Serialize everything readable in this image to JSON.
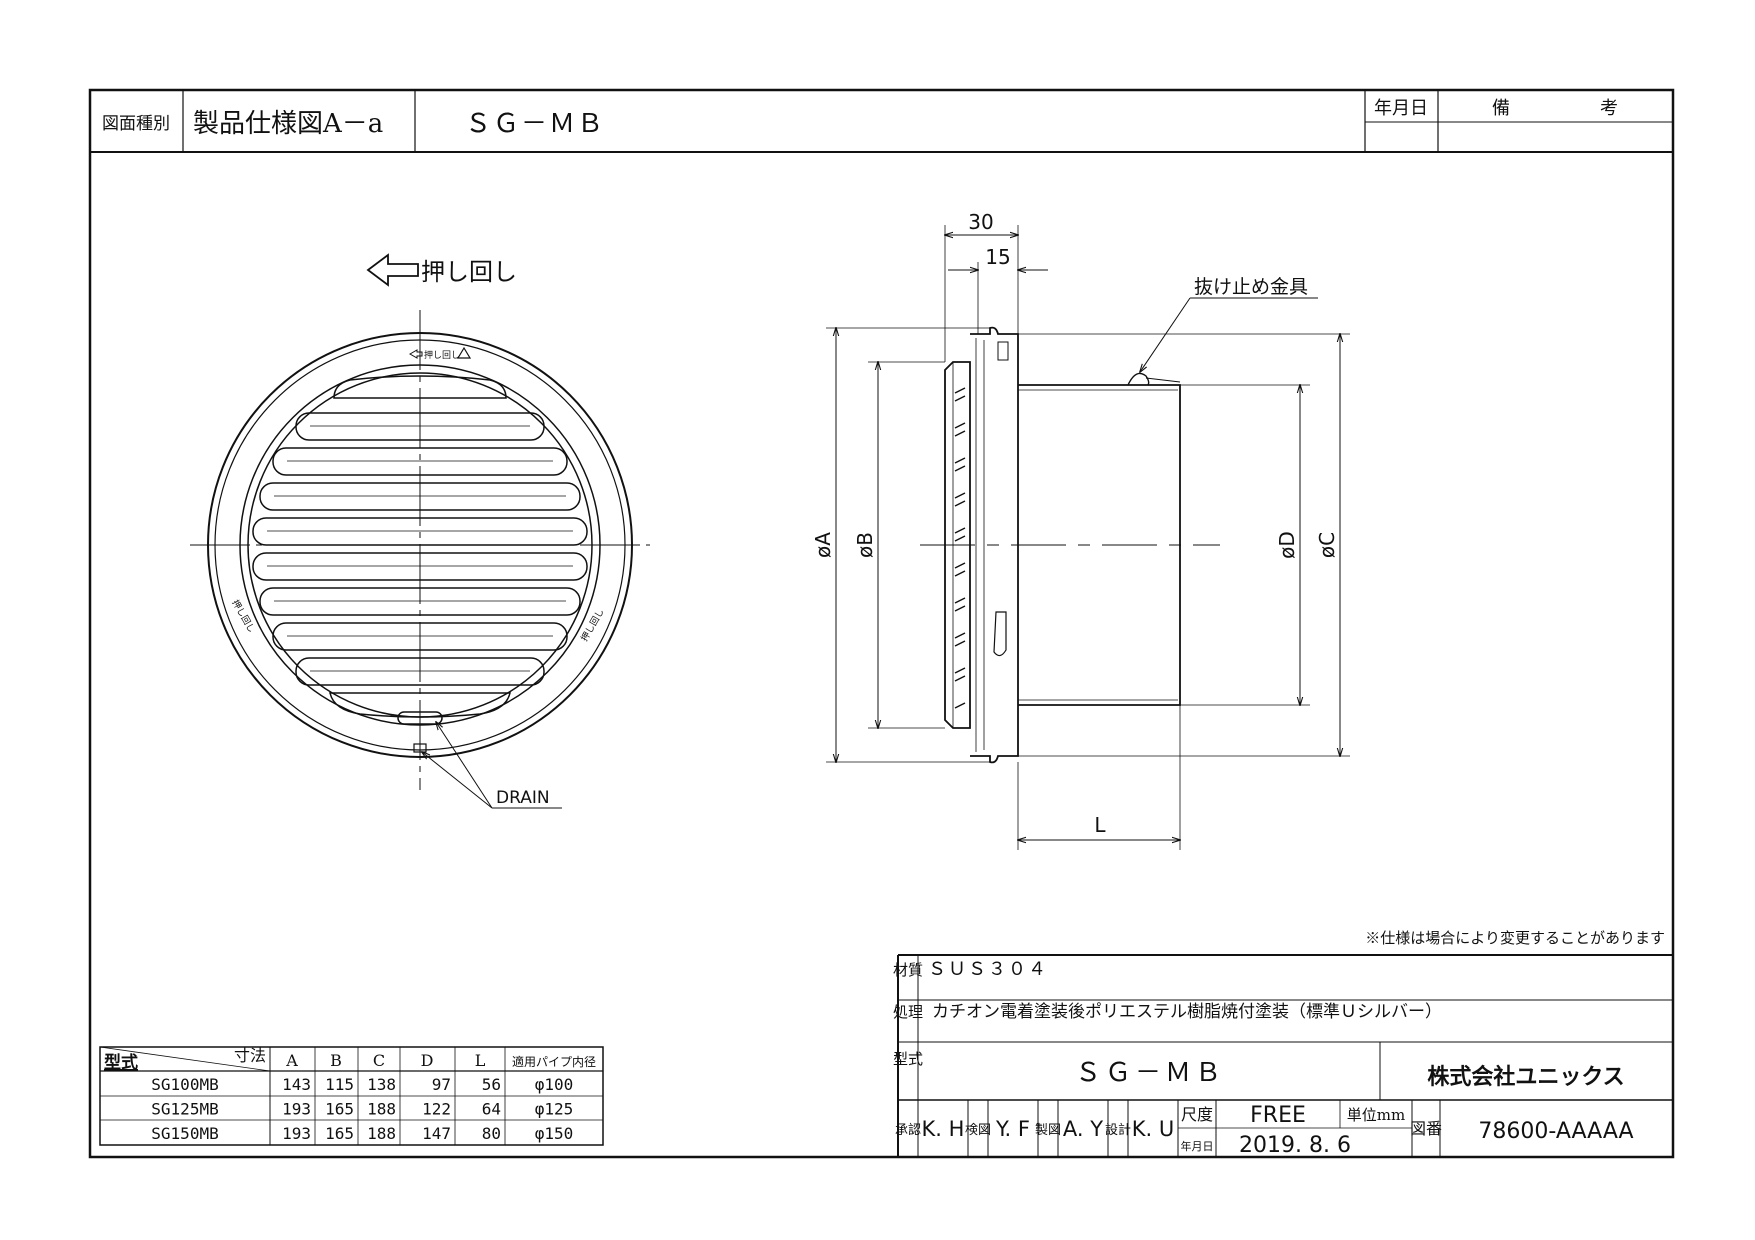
{
  "header": {
    "drawing_type_label": "図面種別",
    "drawing_type": "製品仕様図A－a",
    "model": "ＳＧ－ＭＢ",
    "date_label": "年月日",
    "remarks_label": "備　　　　　考"
  },
  "front_view": {
    "push_turn_label": "押し回し",
    "push_turn_small": "押し回し",
    "drain_label": "DRAIN"
  },
  "side_view": {
    "dim_30": "30",
    "dim_15": "15",
    "retainer_label": "抜け止め金具",
    "dim_a": "øA",
    "dim_b": "øB",
    "dim_c": "øC",
    "dim_d": "øD",
    "dim_l": "L"
  },
  "dimension_table": {
    "corner_left": "型式",
    "corner_right": "寸法",
    "columns": [
      "A",
      "B",
      "C",
      "D",
      "L",
      "適用パイプ内径"
    ],
    "rows": [
      [
        "SG100MB",
        "143",
        "115",
        "138",
        "97",
        "56",
        "φ100"
      ],
      [
        "SG125MB",
        "193",
        "165",
        "188",
        "122",
        "64",
        "φ125"
      ],
      [
        "SG150MB",
        "193",
        "165",
        "188",
        "147",
        "80",
        "φ150"
      ]
    ]
  },
  "title_block": {
    "note": "※仕様は場合により変更することがあります",
    "material_label": "材質",
    "material": "ＳＵＳ３０４",
    "finish_label": "処理",
    "finish": "カチオン電着塗装後ポリエステル樹脂焼付塗装（標準Ｕシルバー）",
    "model_label": "型式",
    "model": "ＳＧ－ＭＢ",
    "company": "株式会社ユニックス",
    "approve_label": "承認",
    "approve": "K. H",
    "check_label": "検図",
    "check": "Y. F",
    "draft_label": "製図",
    "draft": "A. Y",
    "design_label": "設計",
    "design": "K. U",
    "scale_label": "尺度",
    "scale": "FREE",
    "unit_label": "単位mm",
    "date_label": "年月日",
    "date": "2019. 8. 6",
    "drawing_no_label": "図番",
    "drawing_no": "78600-AAAAA"
  }
}
